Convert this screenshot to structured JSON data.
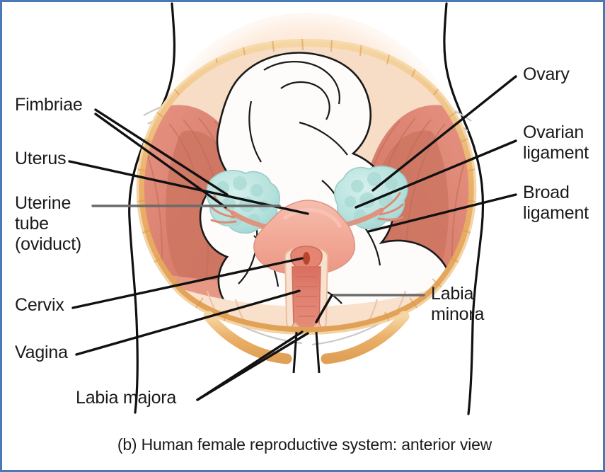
{
  "figure": {
    "caption": "(b) Human female reproductive system: anterior view",
    "border_color": "#4a7ab5",
    "background": "#ffffff"
  },
  "labels": {
    "fimbriae": "Fimbriae",
    "uterus": "Uterus",
    "uterine_tube_line1": "Uterine",
    "uterine_tube_line2": "tube",
    "uterine_tube_line3": "(oviduct)",
    "cervix": "Cervix",
    "vagina": "Vagina",
    "labia_majora": "Labia majora",
    "ovary": "Ovary",
    "ovarian_ligament_line1": "Ovarian",
    "ovarian_ligament_line2": "ligament",
    "broad_ligament_line1": "Broad",
    "broad_ligament_line2": "ligament",
    "labia_minora_line1": "Labia",
    "labia_minora_line2": "minora"
  },
  "colors": {
    "pelvic_bone": "#eab069",
    "pelvic_bone_light": "#f6d7a4",
    "muscle_pink": "#e08a79",
    "muscle_dark": "#c9705f",
    "uterus_pink": "#f0a898",
    "organ_white": "#fdfcfa",
    "ovary_cyan": "#b6e2de",
    "skin_tan": "#f8ddc4",
    "vagina_red": "#e07a6a",
    "glow_peach": "#fbd9bd",
    "leader_black": "#111111",
    "leader_gray": "#6b6b6b",
    "text": "#1a1a1a"
  },
  "anatomy_parts": [
    "pelvic-bone-ring",
    "uterus",
    "uterine-tube",
    "fimbriae",
    "ovary-left",
    "ovary-right",
    "ovarian-ligament",
    "broad-ligament",
    "cervix",
    "vagina",
    "labia-majora",
    "labia-minora",
    "intestines",
    "body-silhouette"
  ]
}
